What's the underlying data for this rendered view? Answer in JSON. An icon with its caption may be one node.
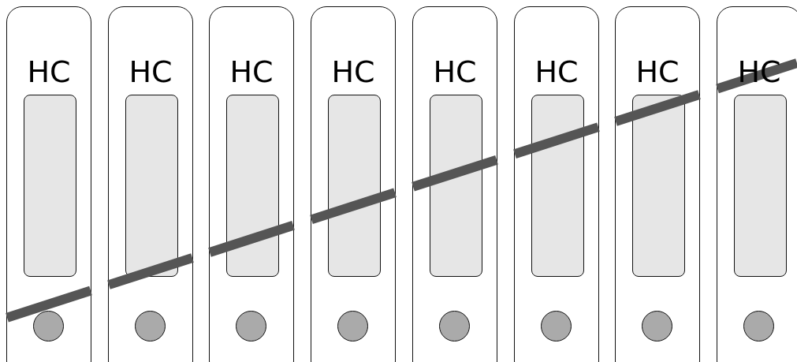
{
  "diagram": {
    "nodes": [
      {
        "text": [
          "HC"
        ]
      },
      {
        "text": [],
        "shape": "box",
        "in": 0
      },
      {
        "text": [
          "HC"
        ]
      },
      {
        "text": [],
        "shape": "box",
        "in": 2
      },
      {
        "text": [
          "HC"
        ]
      },
      {
        "text": [],
        "shape": "box",
        "in": 4
      },
      {
        "text": [
          "HC"
        ]
      },
      {
        "text": [],
        "shape": "box",
        "in": 6
      },
      {
        "text": [
          "HC"
        ]
      },
      {
        "text": [],
        "shape": "box",
        "in": 8
      },
      {
        "text": [
          "HC"
        ]
      },
      {
        "text": [],
        "shape": "box",
        "in": 10
      },
      {
        "text": [
          "HC"
        ]
      },
      {
        "text": [],
        "shape": "box",
        "in": 12
      },
      {
        "text": [
          "HC"
        ]
      },
      {
        "text": [],
        "shape": "box",
        "in": 14
      }
    ]
  }
}
